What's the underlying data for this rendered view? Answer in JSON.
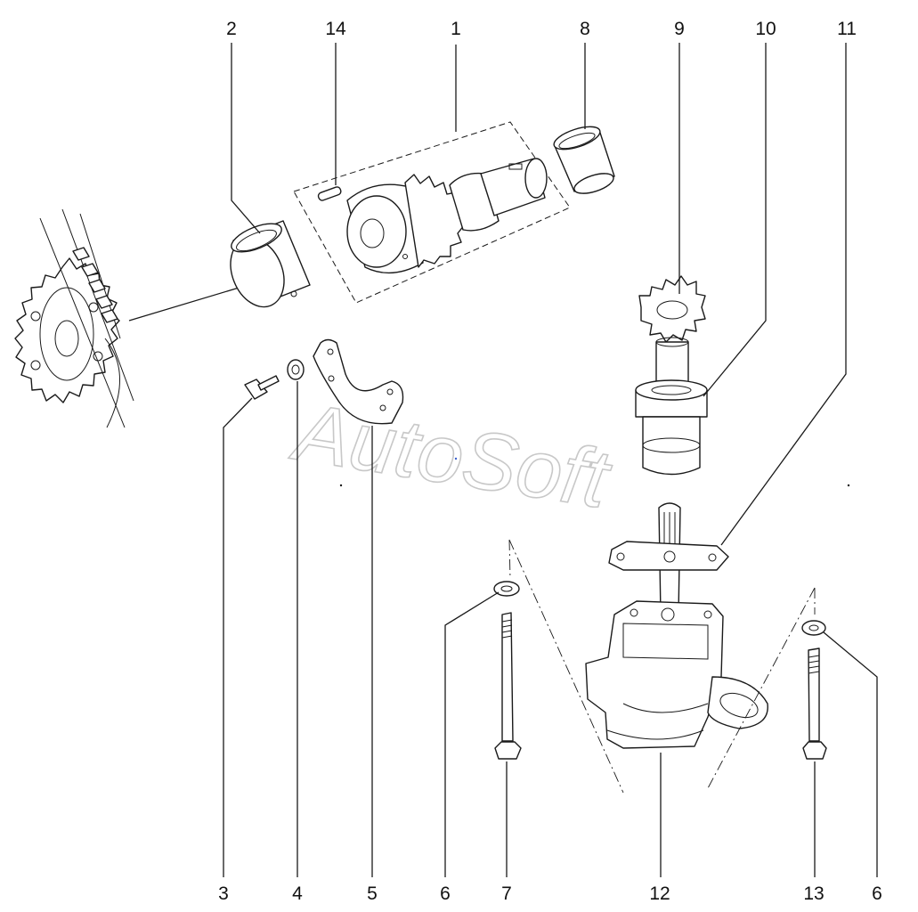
{
  "watermark": "AutoSoft",
  "callouts_top": [
    "2",
    "14",
    "1",
    "8",
    "9",
    "10",
    "11"
  ],
  "callouts_bottom": [
    "3",
    "4",
    "5",
    "6",
    "7",
    "12",
    "13",
    "6"
  ],
  "colors": {
    "line": "#1a1a1a",
    "watermark": "#c8c8c8",
    "background": "#ffffff"
  }
}
